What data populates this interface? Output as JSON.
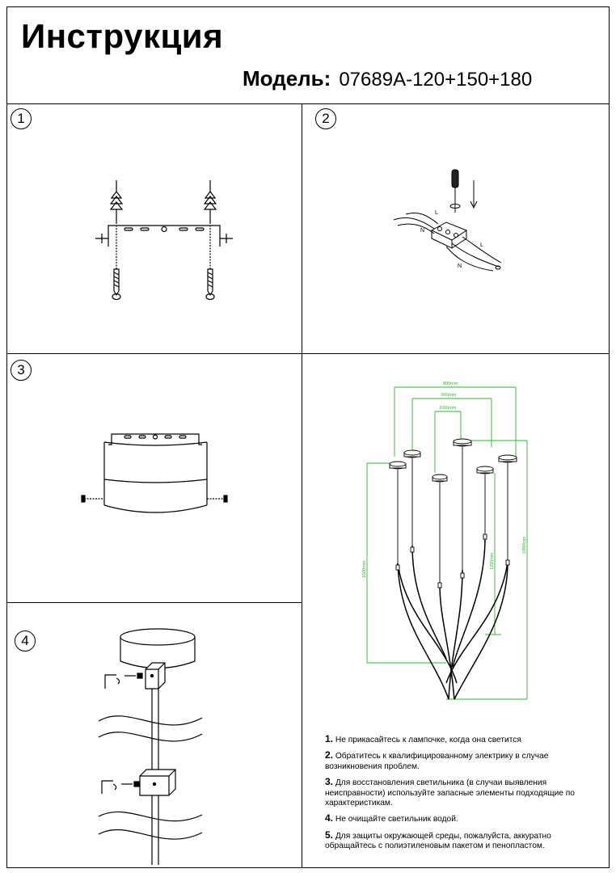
{
  "header": {
    "title": "Инструкция",
    "model_label": "Модель:",
    "model_value": "07689A-120+150+180"
  },
  "steps": [
    {
      "num": "1"
    },
    {
      "num": "2"
    },
    {
      "num": "3"
    },
    {
      "num": "4"
    }
  ],
  "wiring": {
    "live": "L",
    "neutral": "N"
  },
  "dimensions": {
    "w1": "800mm",
    "w2": "600mm",
    "w3": "1000mm",
    "h1": "1500mm",
    "h2": "1200mm",
    "h3": "1800mm"
  },
  "notes": [
    {
      "num": "1.",
      "text": "Не прикасайтесь к лампочке, когда она светится"
    },
    {
      "num": "2.",
      "text": "Обратитесь к квалифицированному электрику в случае возникновения проблем."
    },
    {
      "num": "3.",
      "text": "Для восстановления светильника (в случаи выявления неисправности) используйте запасные элементы подходящие по характеристикам."
    },
    {
      "num": "4.",
      "text": "Не очищайте светильник водой."
    },
    {
      "num": "5.",
      "text": "Для защиты окружающей среды, пожалуйста, аккуратно обращайтесь с полиэтиленовым пакетом и пенопластом."
    }
  ],
  "colors": {
    "line": "#000000",
    "dimension": "#2fb52f",
    "shade": "#c8c8c8"
  }
}
